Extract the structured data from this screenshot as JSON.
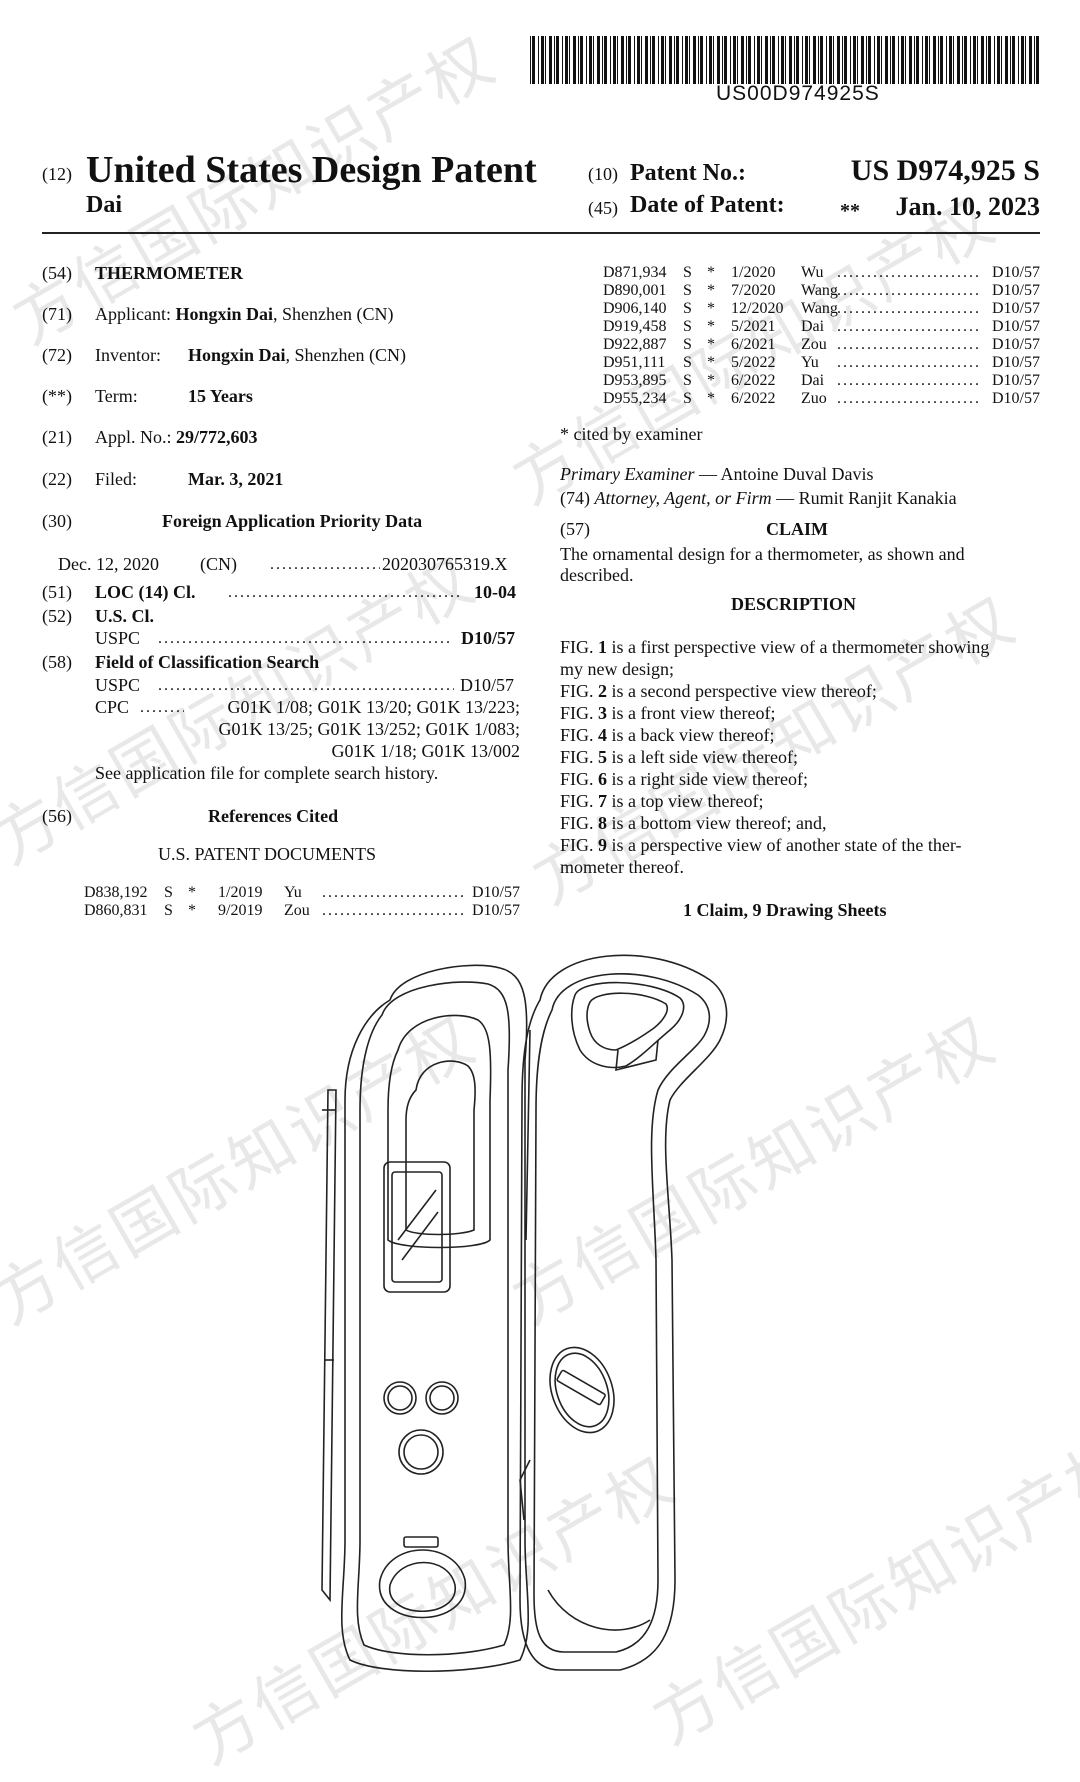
{
  "header": {
    "barcode_text": "US00D974925S",
    "code_12": "(12)",
    "title": "United States Design Patent",
    "inventor_surname": "Dai",
    "code_10": "(10)",
    "patent_no_label": "Patent No.:",
    "patent_no": "US D974,925 S",
    "code_45": "(45)",
    "date_label": "Date of Patent:",
    "date_mark": "**",
    "date": "Jan. 10, 2023"
  },
  "left": {
    "f54": {
      "code": "(54)",
      "value": "THERMOMETER"
    },
    "f71": {
      "code": "(71)",
      "label": "Applicant:",
      "name": "Hongxin Dai",
      "place": ", Shenzhen (CN)"
    },
    "f72": {
      "code": "(72)",
      "label": "Inventor:",
      "name": "Hongxin Dai",
      "place": ", Shenzhen (CN)"
    },
    "fterm": {
      "code": "(**)",
      "label": "Term:",
      "value": "15 Years"
    },
    "f21": {
      "code": "(21)",
      "label": "Appl. No.:",
      "value": "29/772,603"
    },
    "f22": {
      "code": "(22)",
      "label": "Filed:",
      "value": "Mar. 3, 2021"
    },
    "f30": {
      "code": "(30)",
      "title": "Foreign Application Priority Data"
    },
    "priority": {
      "date": "Dec. 12, 2020",
      "country": "(CN)",
      "number": "202030765319.X"
    },
    "f51": {
      "code": "(51)",
      "label": "LOC (14) Cl.",
      "value": "10-04"
    },
    "f52": {
      "code": "(52)",
      "label": "U.S. Cl.",
      "sub": "USPC",
      "value": "D10/57"
    },
    "f58": {
      "code": "(58)",
      "label": "Field of Classification Search",
      "uspc": "USPC",
      "uspc_value": "D10/57",
      "cpc": "CPC",
      "cpc_1": "G01K 1/08; G01K 13/20; G01K 13/223;",
      "cpc_2": "G01K 13/25; G01K 13/252; G01K 1/083;",
      "cpc_3": "G01K 1/18; G01K 13/002",
      "note": "See application file for complete search history."
    },
    "f56": {
      "code": "(56)",
      "title": "References Cited",
      "subtitle": "U.S. PATENT DOCUMENTS"
    },
    "refs": [
      {
        "num": "D838,192",
        "kind": "S",
        "star": "*",
        "date": "1/2019",
        "name": "Yu",
        "cls": "D10/57"
      },
      {
        "num": "D860,831",
        "kind": "S",
        "star": "*",
        "date": "9/2019",
        "name": "Zou",
        "cls": "D10/57"
      }
    ]
  },
  "right": {
    "refs": [
      {
        "num": "D871,934",
        "kind": "S",
        "star": "*",
        "date": "1/2020",
        "name": "Wu",
        "cls": "D10/57"
      },
      {
        "num": "D890,001",
        "kind": "S",
        "star": "*",
        "date": "7/2020",
        "name": "Wang",
        "cls": "D10/57"
      },
      {
        "num": "D906,140",
        "kind": "S",
        "star": "*",
        "date": "12/2020",
        "name": "Wang",
        "cls": "D10/57"
      },
      {
        "num": "D919,458",
        "kind": "S",
        "star": "*",
        "date": "5/2021",
        "name": "Dai",
        "cls": "D10/57"
      },
      {
        "num": "D922,887",
        "kind": "S",
        "star": "*",
        "date": "6/2021",
        "name": "Zou",
        "cls": "D10/57"
      },
      {
        "num": "D951,111",
        "kind": "S",
        "star": "*",
        "date": "5/2022",
        "name": "Yu",
        "cls": "D10/57"
      },
      {
        "num": "D953,895",
        "kind": "S",
        "star": "*",
        "date": "6/2022",
        "name": "Dai",
        "cls": "D10/57"
      },
      {
        "num": "D955,234",
        "kind": "S",
        "star": "*",
        "date": "6/2022",
        "name": "Zuo",
        "cls": "D10/57"
      }
    ],
    "cited_note": "* cited by examiner",
    "examiner_label": "Primary Examiner",
    "examiner_name": " — Antoine Duval Davis",
    "f74_code": "(74)",
    "attorney_label": "Attorney, Agent, or Firm",
    "attorney_name": " — Rumit Ranjit Kanakia",
    "f57_code": "(57)",
    "claim_title": "CLAIM",
    "claim_text_1": "The ornamental design for a thermometer, as shown and",
    "claim_text_2": "described.",
    "desc_title": "DESCRIPTION",
    "figs": [
      {
        "pre": "FIG. ",
        "n": "1",
        "post": " is a first perspective view of a thermometer showing"
      },
      {
        "pre": "",
        "n": "",
        "post": "my new design;"
      },
      {
        "pre": "FIG. ",
        "n": "2",
        "post": " is a second perspective view thereof;"
      },
      {
        "pre": "FIG. ",
        "n": "3",
        "post": " is a front view thereof;"
      },
      {
        "pre": "FIG. ",
        "n": "4",
        "post": " is a back view thereof;"
      },
      {
        "pre": "FIG. ",
        "n": "5",
        "post": " is a left side view thereof;"
      },
      {
        "pre": "FIG. ",
        "n": "6",
        "post": " is a right side view thereof;"
      },
      {
        "pre": "FIG. ",
        "n": "7",
        "post": " is a top view thereof;"
      },
      {
        "pre": "FIG. ",
        "n": "8",
        "post": " is a bottom view thereof; and,"
      },
      {
        "pre": "FIG. ",
        "n": "9",
        "post": " is a perspective view of another state of the ther-"
      },
      {
        "pre": "",
        "n": "",
        "post": "mometer thereof."
      }
    ],
    "sheets": "1 Claim, 9 Drawing Sheets"
  },
  "watermark": "方信国际知识产权"
}
